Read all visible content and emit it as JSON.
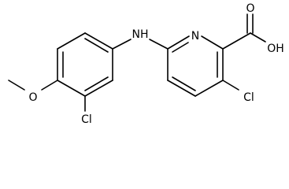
{
  "molecule": {
    "atoms": {
      "nh": "NH",
      "n_ring": "N",
      "oh": "OH",
      "o_carbonyl": "O",
      "cl_pyridine": "Cl",
      "cl_phenyl": "Cl",
      "o_methoxy": "O"
    },
    "colors": {
      "bond": "#000000",
      "label": "#000000",
      "background": "#ffffff"
    }
  }
}
